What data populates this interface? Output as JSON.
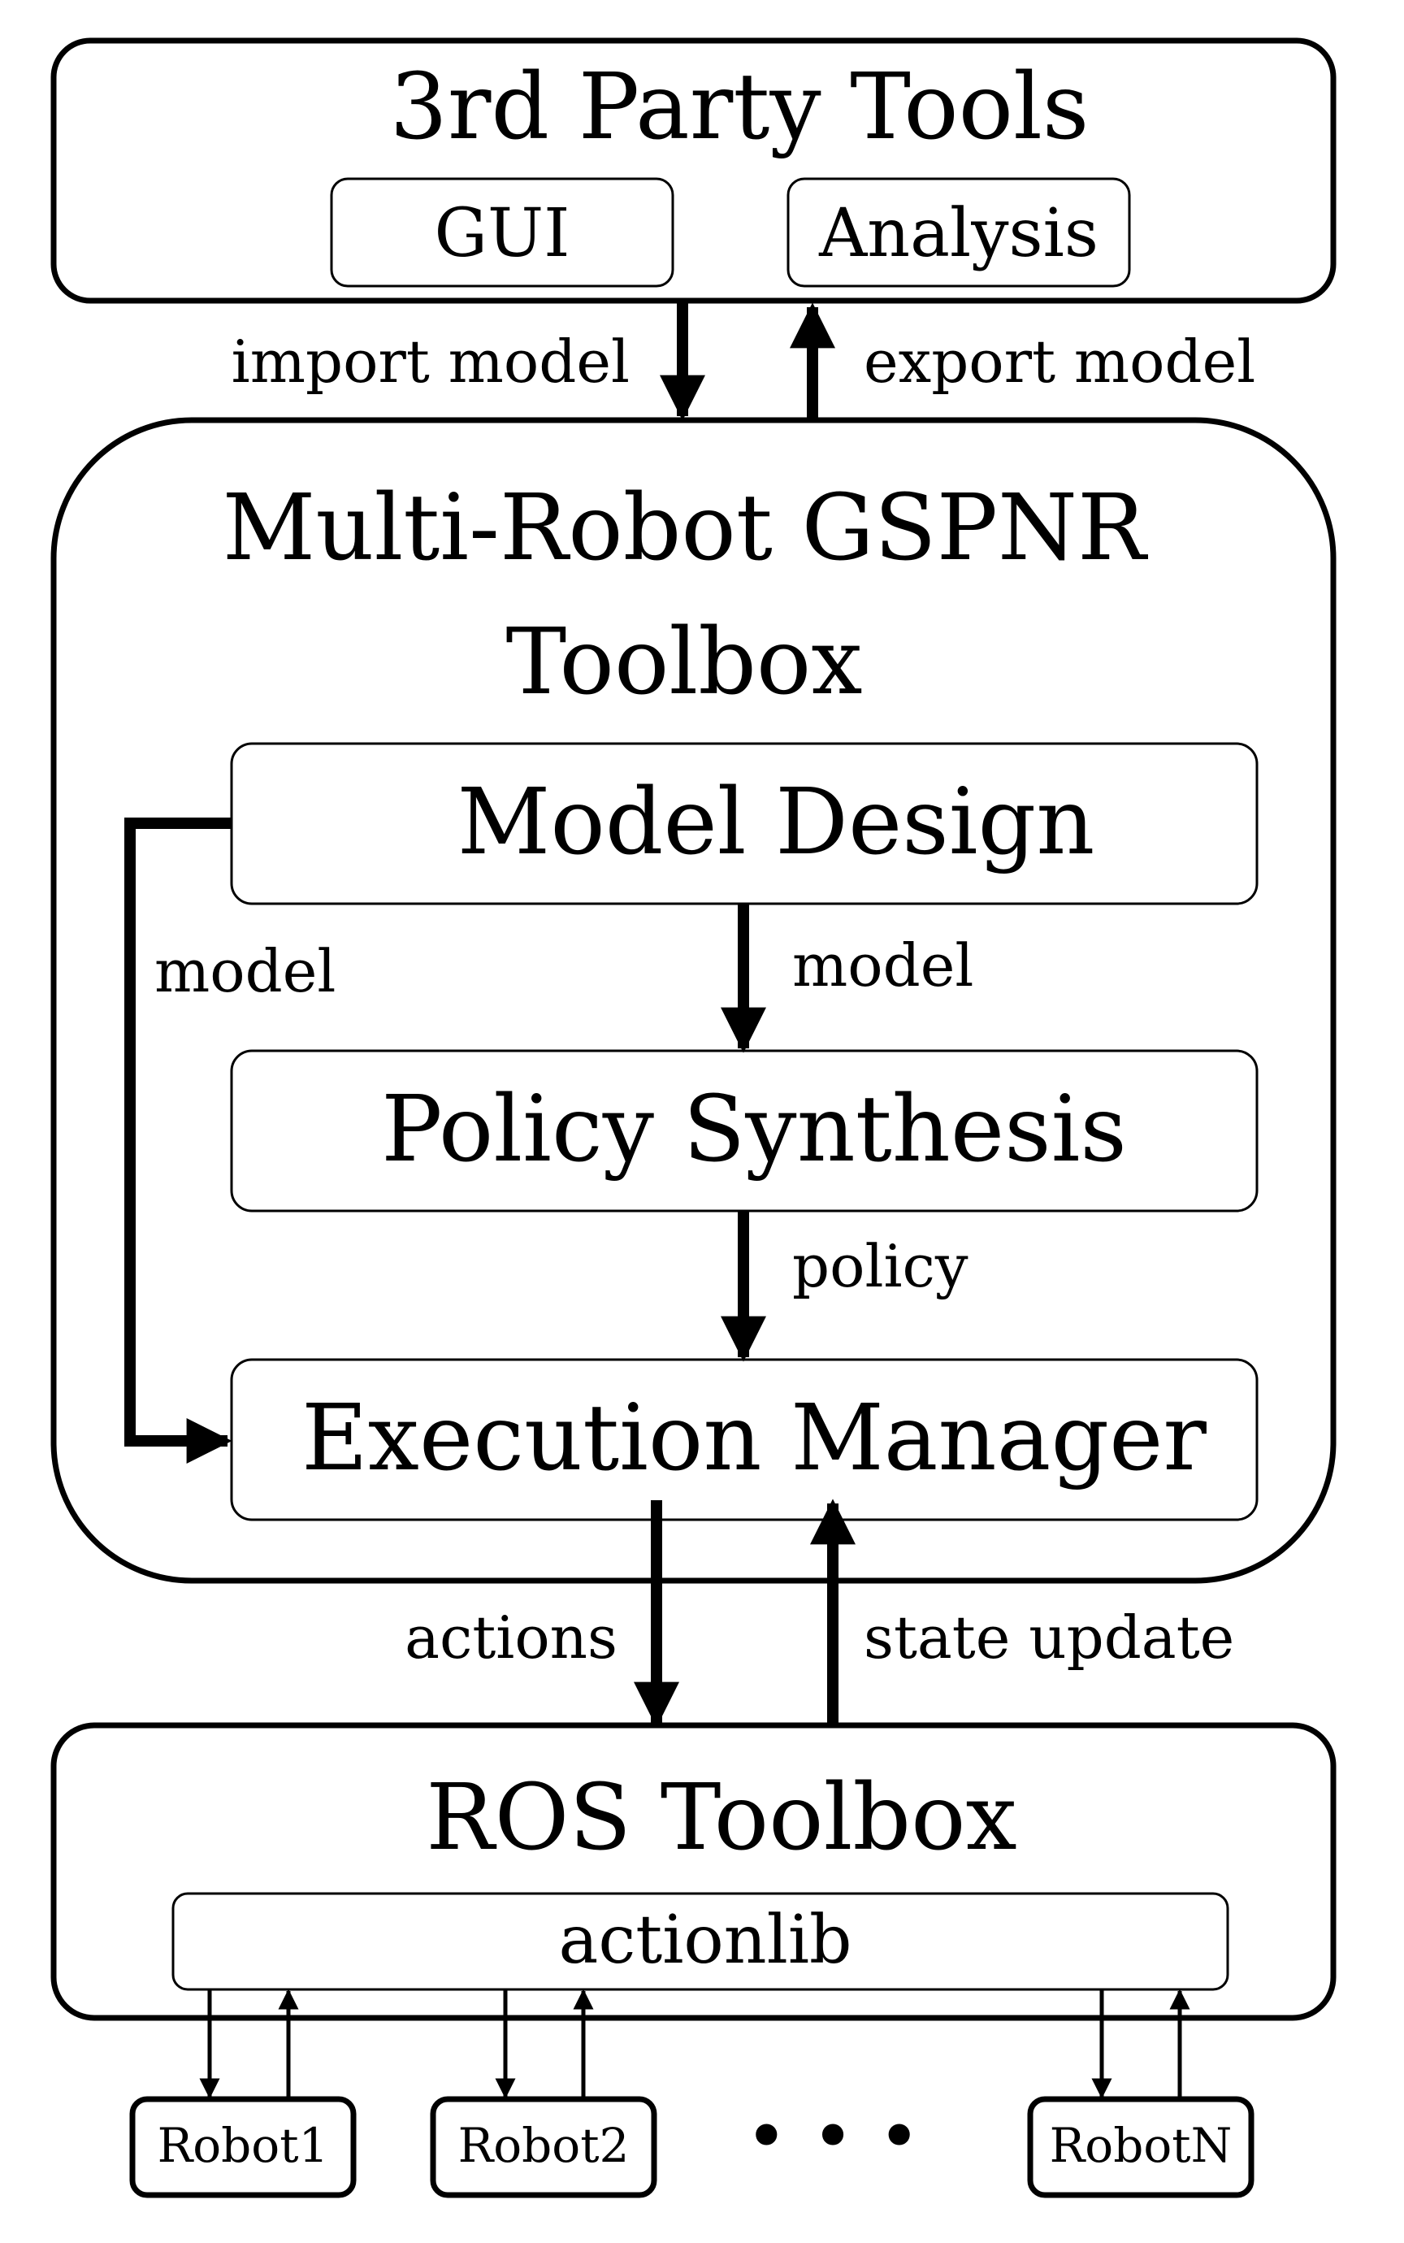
{
  "third_party": {
    "title": "3rd Party Tools",
    "gui": "GUI",
    "analysis": "Analysis"
  },
  "edges_top": {
    "import": "import model",
    "export": "export model"
  },
  "gspnr": {
    "title_line1": "Multi-Robot GSPNR",
    "title_line2": "Toolbox",
    "model_design": "Model Design",
    "policy_synthesis": "Policy Synthesis",
    "execution_manager": "Execution Manager",
    "edge_model_left": "model",
    "edge_model_center": "model",
    "edge_policy": "policy"
  },
  "edges_bottom": {
    "actions": "actions",
    "state_update": "state update"
  },
  "ros": {
    "title": "ROS Toolbox",
    "actionlib": "actionlib"
  },
  "robots": {
    "robot1": "Robot1",
    "robot2": "Robot2",
    "ellipsis": "• • •",
    "robotN": "RobotN"
  }
}
